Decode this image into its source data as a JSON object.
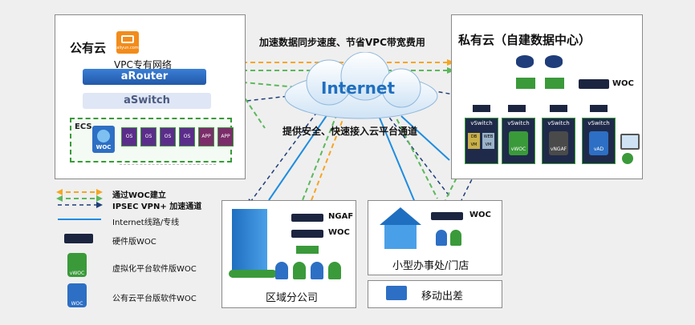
{
  "public_cloud": {
    "title": "公有云",
    "vpc_label": "VPC专有网络",
    "router_label": "aRouter",
    "switch_label": "aSwitch",
    "ecs_label": "ECS",
    "woc_label": "WOC",
    "logo_text": "aliyun.com",
    "os_label": "OS",
    "app_label": "APP"
  },
  "private_cloud": {
    "title": "私有云（自建数据中心）",
    "woc_label": "WOC",
    "vswitch_labels": [
      "vSwitch",
      "vSwitch",
      "vSwitch",
      "vSwitch"
    ],
    "vm_labels": [
      "DB VM",
      "WEB VM"
    ],
    "card_labels": [
      "vWOC",
      "vNGAF",
      "vAD"
    ]
  },
  "internet": {
    "label": "Internet",
    "top_text": "加速数据同步速度、节省VPC带宽费用",
    "bottom_text": "提供安全、快速接入云平台通道"
  },
  "branch": {
    "title": "区域分公司",
    "ngaf_label": "NGAF",
    "woc_label": "WOC"
  },
  "small_office": {
    "title": "小型办事处/门店",
    "woc_label": "WOC"
  },
  "mobile": {
    "title": "移动出差"
  },
  "legend": {
    "items": [
      "通过WOC建立",
      "IPSEC VPN+ 加速通道",
      "Internet线路/专线",
      "硬件版WOC",
      "虚拟化平台软件版WOC",
      "公有云平台版软件WOC"
    ],
    "icon_label_vwoc": "vWOC",
    "icon_label_woc": "WOC"
  },
  "colors": {
    "orange_dash": "#f5a623",
    "green_dash": "#5cb85c",
    "blue_line": "#1f8de0",
    "navy_dash": "#1f3d7a",
    "router_blue": "#2d6fc4",
    "switch_light": "#dfe6f5",
    "ecs_green": "#3a9a3a"
  }
}
